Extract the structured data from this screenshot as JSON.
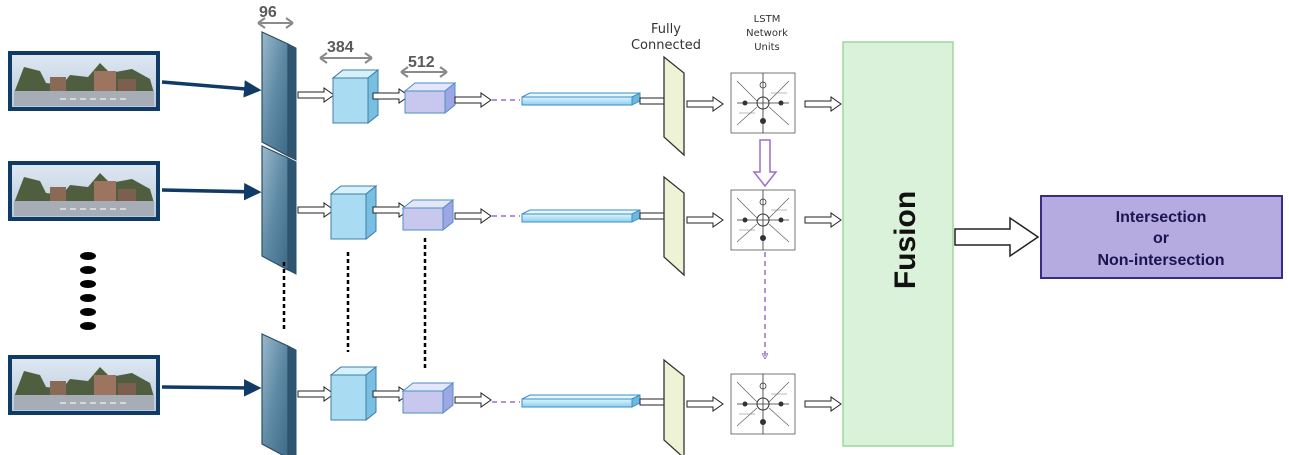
{
  "labels": {
    "conv1": "96",
    "conv2": "384",
    "conv3": "512",
    "fc_line1": "Fully",
    "fc_line2": "Connected",
    "lstm_line1": "LSTM",
    "lstm_line2": "Network",
    "lstm_line3": "Units",
    "fusion": "Fusion",
    "output_line1": "Intersection",
    "output_line2": "or",
    "output_line3": "Non-intersection"
  },
  "colors": {
    "arrow_dark": "#0f3b66",
    "conv_slab": "#6a93ad",
    "cube": "#a9dcf3",
    "small_cube": "#c8c8ef",
    "fc_plane": "#eef3d6",
    "fusion_fill": "#d9f2d9",
    "fusion_border": "#9fd89f",
    "output_fill": "#b6abe0",
    "output_border": "#3a2c82",
    "dashed_link": "#9a6fc9"
  }
}
